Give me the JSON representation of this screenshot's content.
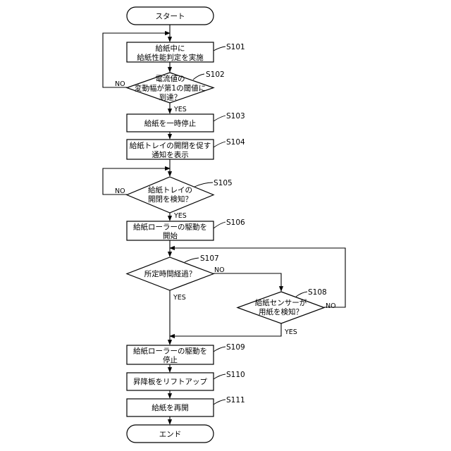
{
  "flowchart": {
    "start": "スタート",
    "end": "エンド",
    "steps": [
      {
        "id": "S101",
        "lines": [
          "給紙中に",
          "給紙性能判定を実施"
        ]
      },
      {
        "id": "S102",
        "lines": [
          "電流値の",
          "変動幅が第1の閾値に",
          "到達？"
        ]
      },
      {
        "id": "S103",
        "lines": [
          "給紙を一時停止"
        ]
      },
      {
        "id": "S104",
        "lines": [
          "給紙トレイの開閉を促す",
          "通知を表示"
        ]
      },
      {
        "id": "S105",
        "lines": [
          "給紙トレイの",
          "開閉を検知？"
        ]
      },
      {
        "id": "S106",
        "lines": [
          "給紙ローラーの駆動を",
          "開始"
        ]
      },
      {
        "id": "S107",
        "lines": [
          "所定時間経過？"
        ]
      },
      {
        "id": "S108",
        "lines": [
          "給紙センサーが",
          "用紙を検知？"
        ]
      },
      {
        "id": "S109",
        "lines": [
          "給紙ローラーの駆動を",
          "停止"
        ]
      },
      {
        "id": "S110",
        "lines": [
          "昇降板をリフトアップ"
        ]
      },
      {
        "id": "S111",
        "lines": [
          "給紙を再開"
        ]
      }
    ],
    "branch_labels": {
      "yes": "YES",
      "no": "NO"
    }
  }
}
